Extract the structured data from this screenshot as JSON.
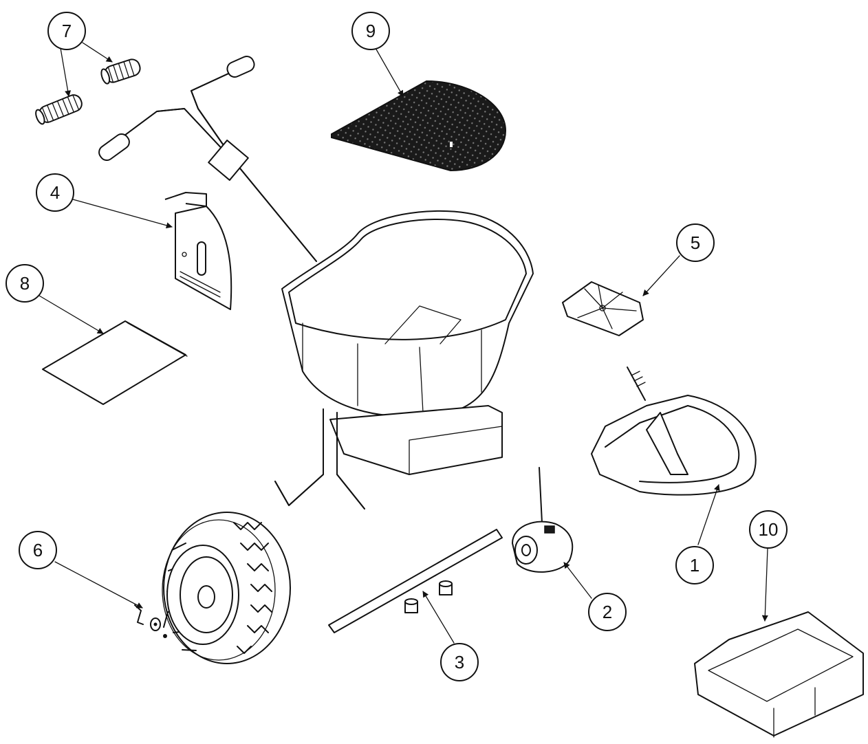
{
  "callouts": [
    {
      "id": "7",
      "label": "7",
      "part": "handle-grips"
    },
    {
      "id": "9",
      "label": "9",
      "part": "hopper-grate"
    },
    {
      "id": "4",
      "label": "4",
      "part": "rate-control-plate"
    },
    {
      "id": "8",
      "label": "8",
      "part": "manual-sheet"
    },
    {
      "id": "5",
      "label": "5",
      "part": "spinner-plate"
    },
    {
      "id": "1",
      "label": "1",
      "part": "deflector-shield"
    },
    {
      "id": "10",
      "label": "10",
      "part": "side-guard-kit"
    },
    {
      "id": "6",
      "label": "6",
      "part": "cotter-pin-washer"
    },
    {
      "id": "2",
      "label": "2",
      "part": "gearbox"
    },
    {
      "id": "3",
      "label": "3",
      "part": "axle-and-bearings"
    }
  ],
  "colors": {
    "line": "#111111",
    "background": "#ffffff",
    "grate": "#1a1a1a"
  }
}
